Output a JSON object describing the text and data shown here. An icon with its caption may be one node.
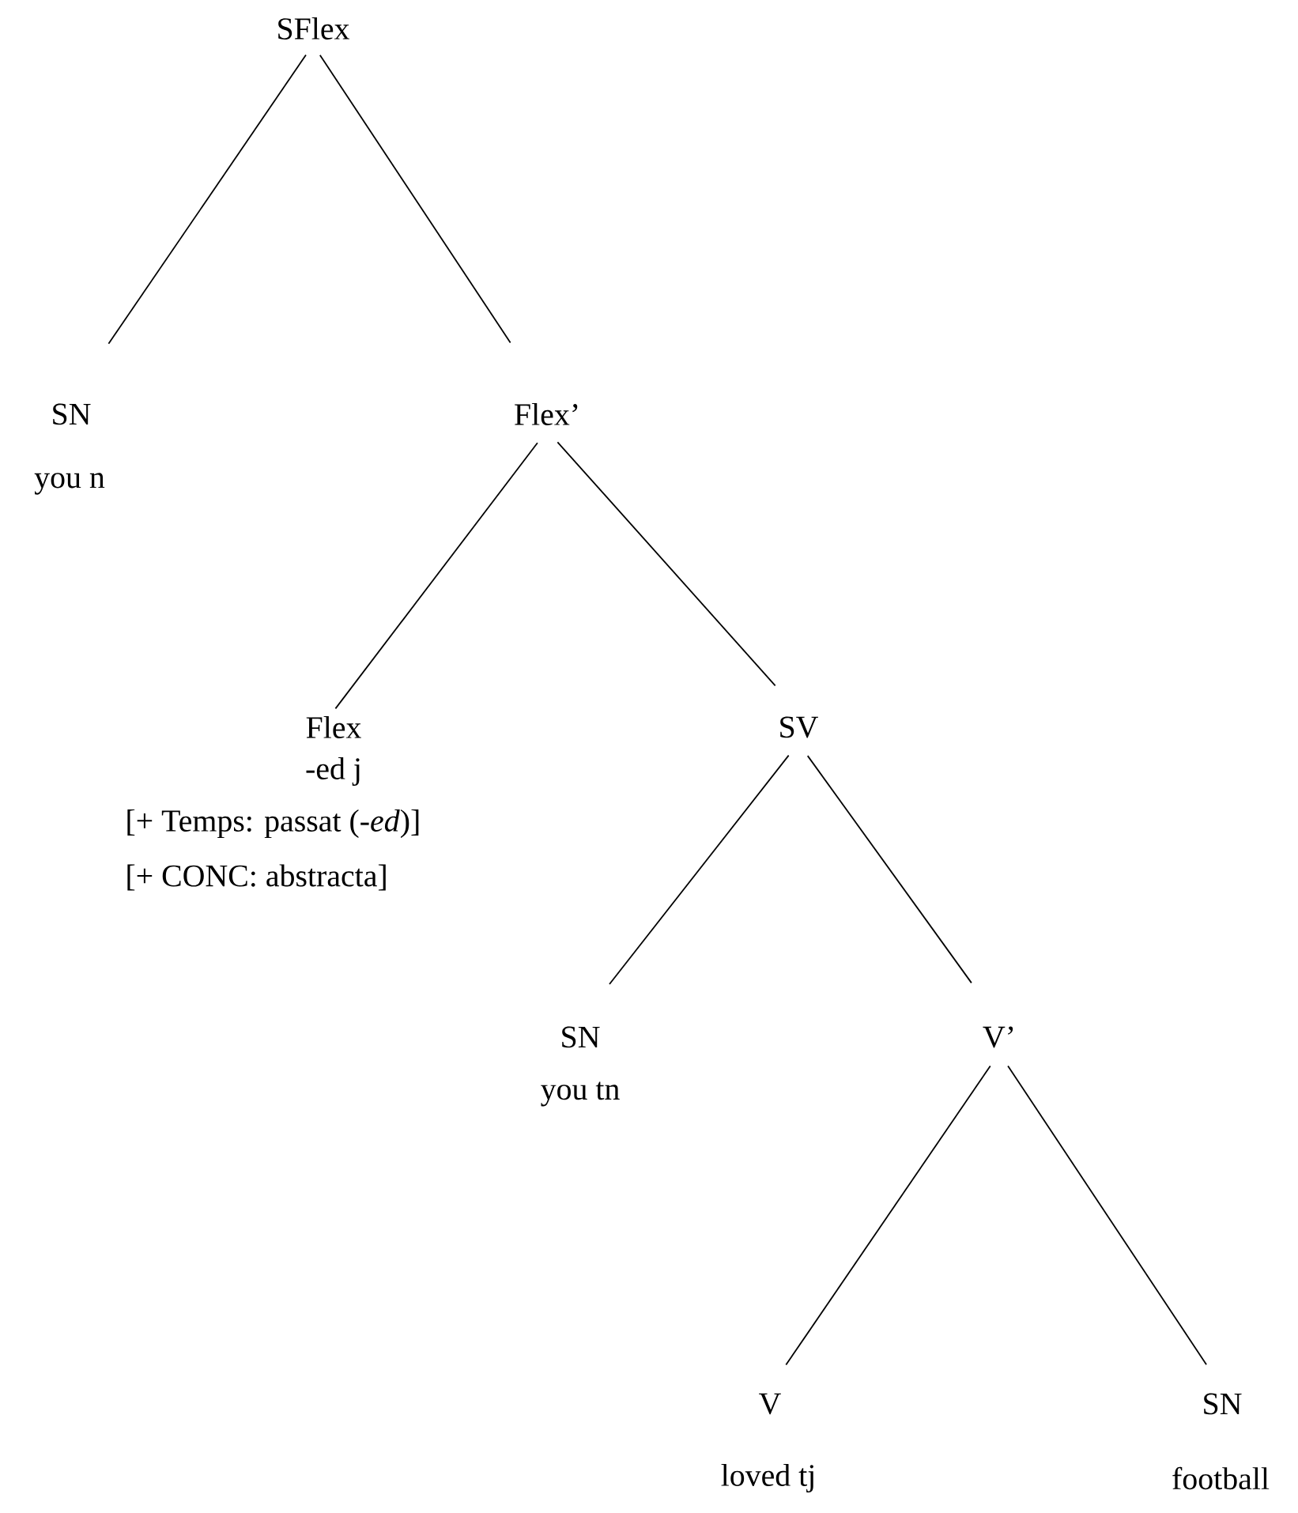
{
  "diagram": {
    "nodes": [
      {
        "text": [
          "SFlex"
        ]
      },
      {
        "text": [
          "SN"
        ],
        "beside": [
          "you n"
        ]
      },
      {
        "text": [
          "Flex’"
        ]
      },
      {
        "text": [
          "Flex"
        ],
        "beside": [
          "-ed j",
          "[+ Temps: passat (-*ed*)]",
          "[+ CONC: abstracta]"
        ]
      },
      {
        "text": [
          "SV"
        ]
      },
      {
        "text": [
          "SN"
        ],
        "beside": [
          "you tn"
        ]
      },
      {
        "text": [
          "V’"
        ]
      },
      {
        "text": [
          "V"
        ],
        "beside": [
          "loved tj"
        ]
      },
      {
        "text": [
          "SN"
        ],
        "beside": [
          "football"
        ]
      }
    ],
    "edges": [
      {
        "from": 0,
        "to": 1,
        "arrow": "none"
      },
      {
        "from": 0,
        "to": 2,
        "arrow": "none"
      },
      {
        "from": 2,
        "to": 3,
        "arrow": "none"
      },
      {
        "from": 2,
        "to": 4,
        "arrow": "none"
      },
      {
        "from": 4,
        "to": 5,
        "arrow": "none"
      },
      {
        "from": 4,
        "to": 6,
        "arrow": "none"
      },
      {
        "from": 6,
        "to": 7,
        "arrow": "none"
      },
      {
        "from": 6,
        "to": 8,
        "arrow": "none"
      }
    ]
  }
}
